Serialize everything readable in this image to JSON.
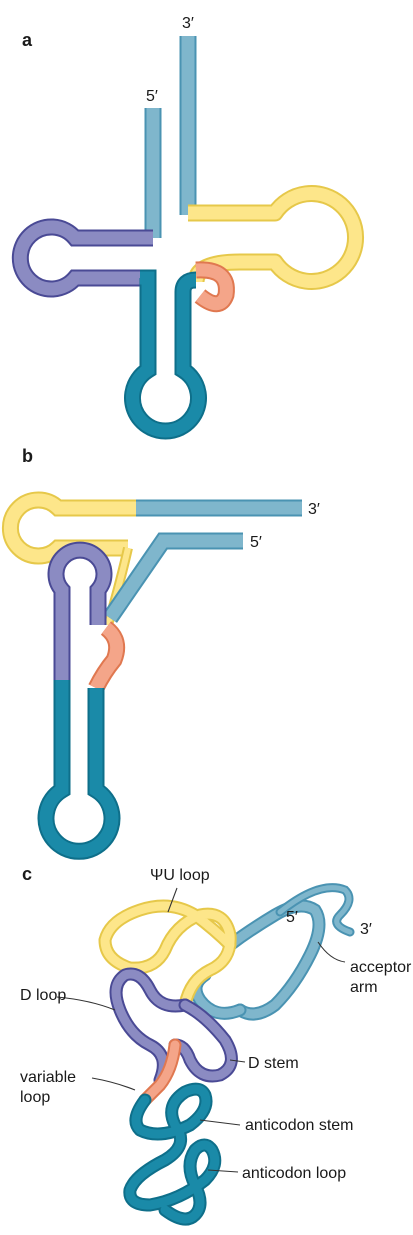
{
  "panels": {
    "a": {
      "letter": "a",
      "end3": "3′",
      "end5": "5′"
    },
    "b": {
      "letter": "b",
      "end3": "3′",
      "end5": "5′"
    },
    "c": {
      "letter": "c",
      "end5": "5′",
      "end3": "3′",
      "labels": {
        "psi_loop": "ΨU loop",
        "acceptor_arm_1": "acceptor",
        "acceptor_arm_2": "arm",
        "d_loop": "D loop",
        "d_stem": "D stem",
        "variable_loop_1": "variable",
        "variable_loop_2": "loop",
        "anticodon_stem": "anticodon stem",
        "anticodon_loop": "anticodon loop"
      }
    }
  },
  "colors": {
    "acceptor": "#7fb6cc",
    "psi_arm": "#fde68a",
    "d_arm": "#8b8bc2",
    "anticodon": "#1a8aa8",
    "variable": "#f4a589",
    "outline_acceptor": "#4a93b2",
    "outline_psi": "#e6c84a",
    "outline_d": "#4a4a95",
    "outline_anticodon": "#0e6f8a",
    "outline_variable": "#e07850"
  }
}
